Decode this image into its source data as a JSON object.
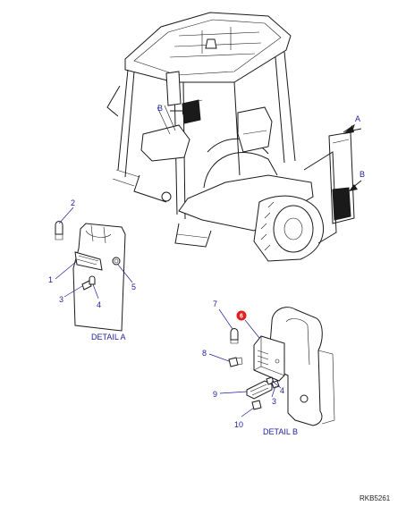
{
  "callouts": {
    "detail_a": [
      "1",
      "2",
      "3",
      "4",
      "5"
    ],
    "detail_b": [
      "6",
      "7",
      "8",
      "9",
      "4",
      "3",
      "10"
    ]
  },
  "view_arrows": [
    "A",
    "B",
    "B"
  ],
  "captions": {
    "detail_a": "DETAIL A",
    "detail_b": "DETAIL B"
  },
  "reference_code": "RKB5261",
  "colors": {
    "callout_text": "#1f1f9a",
    "highlight_badge": "#e02020",
    "line": "#1a1a1a"
  }
}
